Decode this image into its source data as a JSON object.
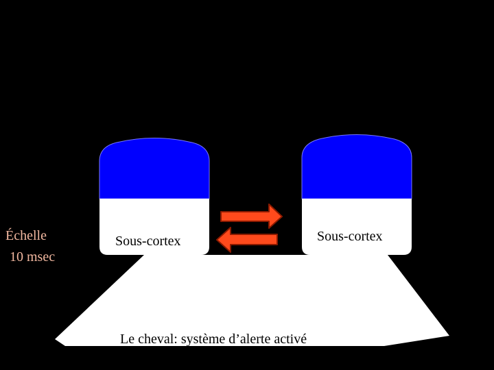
{
  "scale_label": {
    "line1": "Échelle",
    "line2": "10 msec"
  },
  "left_head": {
    "label": "Sous-cortex"
  },
  "right_head": {
    "label": "Sous-cortex"
  },
  "caption": "Le cheval: système d’alerte activé",
  "colors": {
    "background": "#000000",
    "cortex": "#0000ff",
    "subcortex": "#ffffff",
    "arrow": "#ff4a1c",
    "arrow_outline": "#8b1a00",
    "scale_text": "#f2b8a0",
    "text": "#000000",
    "caption_text": "#000000"
  },
  "icons": [
    "head-shape",
    "double-arrow"
  ]
}
